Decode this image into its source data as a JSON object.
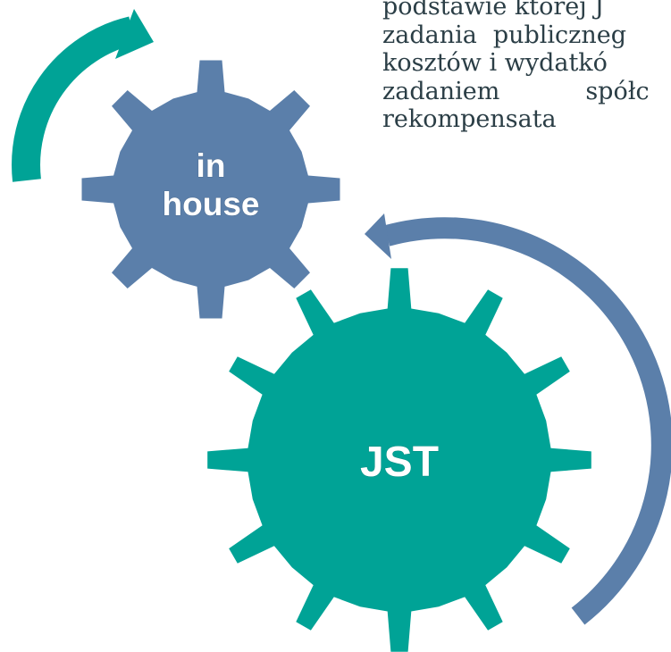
{
  "gears": {
    "small": {
      "label_line1": "in",
      "label_line2": "house",
      "color": "#5b7faa"
    },
    "large": {
      "label": "JST",
      "color": "#00a396"
    }
  },
  "arrows": {
    "teal_arrow_color": "#00a396",
    "blue_arrow_color": "#5b7faa"
  },
  "text": {
    "line1": "podstawie której J",
    "line2_a": "zadania",
    "line2_b": "publiczneg",
    "line3": "kosztów i wydatkó",
    "line4_a": "zadaniem",
    "line4_b": "spółc",
    "line5": "rekompensata",
    "color": "#2b3e46"
  }
}
